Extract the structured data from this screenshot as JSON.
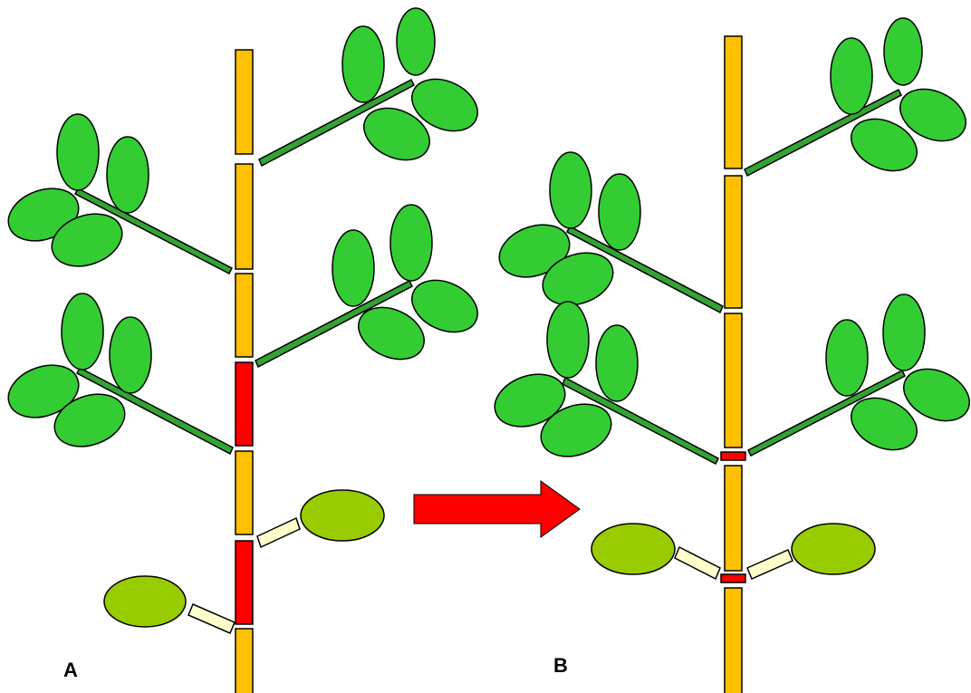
{
  "panels": [
    {
      "id": "A",
      "label": "A"
    },
    {
      "id": "B",
      "label": "B"
    }
  ],
  "colors": {
    "internode_normal": "#FFC000",
    "internode_short": "#FF0000",
    "petiole": "#33A333",
    "leaflet": "#33CC33",
    "cotyledon": "#99CC00",
    "cotyledon_stalk": "#FFFFCC",
    "arrow": "#FF0000",
    "outline": "#000000"
  },
  "arrow": {
    "direction": "A-to-B",
    "icon": "right-arrow-icon"
  }
}
